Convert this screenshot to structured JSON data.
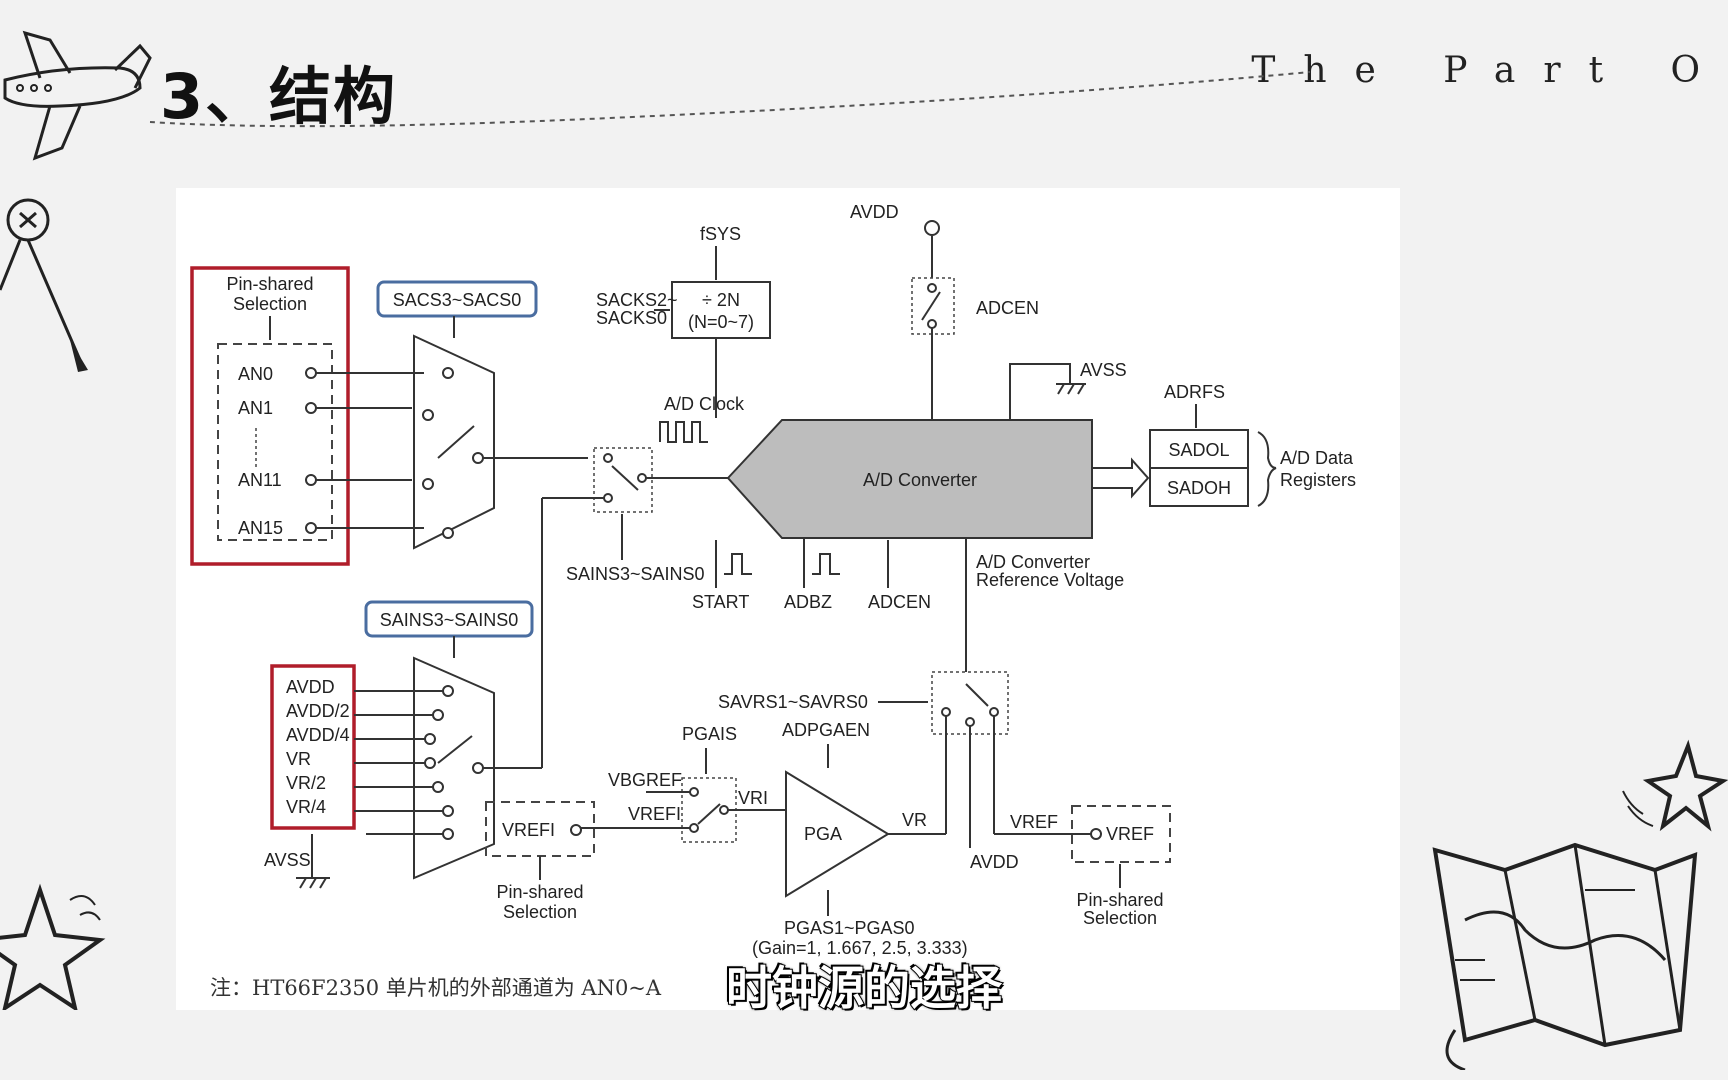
{
  "slide": {
    "title": "3、结构",
    "header_right": "The Part O",
    "subtitle": "时钟源的选择",
    "footnote": "注：HT66F2350 单片机的外部通道为 AN0~A"
  },
  "diagram": {
    "pin_shared_label": "Pin-shared Selection",
    "pin_shared_l1": "Pin-shared",
    "pin_shared_l2": "Selection",
    "sacs_label": "SACS3~SACS0",
    "sains_label": "SAINS3~SAINS0",
    "an_pins": [
      "AN0",
      "AN1",
      "AN11",
      "AN15"
    ],
    "int_sources": [
      "AVDD",
      "AVDD/2",
      "AVDD/4",
      "VR",
      "VR/2",
      "VR/4"
    ],
    "fsys": "fSYS",
    "sacks_l1": "SACKS2~",
    "sacks_l2": "SACKS0",
    "divider_l1": "÷ 2N",
    "divider_l2": "(N=0~7)",
    "ad_clock": "A/D Clock",
    "avdd_top": "AVDD",
    "adcen_top": "ADCEN",
    "avss_right": "AVSS",
    "adrfs": "ADRFS",
    "converter": "A/D Converter",
    "sadol": "SADOL",
    "sadoh": "SADOH",
    "data_reg_l1": "A/D Data",
    "data_reg_l2": "Registers",
    "sains_mux_label": "SAINS3~SAINS0",
    "start": "START",
    "adbz": "ADBZ",
    "adcen_bottom": "ADCEN",
    "ref_voltage_l1": "A/D Converter",
    "ref_voltage_l2": "Reference Voltage",
    "savrs": "SAVRS1~SAVRS0",
    "adpgaen": "ADPGAEN",
    "pgais": "PGAIS",
    "vbgref": "VBGREF",
    "vrefi_sig": "VREFI",
    "vrefi_pin": "VREFI",
    "vri": "VRI",
    "pga": "PGA",
    "vr_out": "VR",
    "vref_sig": "VREF",
    "vref_pin": "VREF",
    "avdd_bottom": "AVDD",
    "avss_left": "AVSS",
    "pgas_l1": "PGAS1~PGAS0",
    "pgas_l2": "(Gain=1, 1.667, 2.5, 3.333)"
  },
  "colors": {
    "highlight_red": "#b01d2a",
    "highlight_blue": "#4a6da0",
    "converter_fill": "#bdbdbd"
  }
}
